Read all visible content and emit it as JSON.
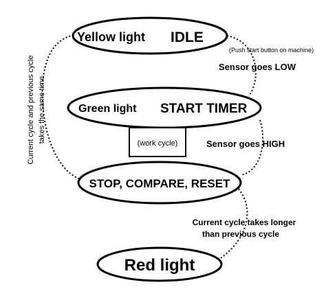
{
  "states": {
    "idle": {
      "light": "Yellow light",
      "name": "IDLE"
    },
    "start": {
      "light": "Green light",
      "name": "START TIMER"
    },
    "stop": {
      "label": "STOP, COMPARE, RESET"
    },
    "red": {
      "label": "Red light"
    }
  },
  "box": {
    "label": "(work cycle)"
  },
  "annotations": {
    "push_start": "(Push start button on machine)",
    "sensor_low": "Sensor goes LOW",
    "sensor_high": "Sensor goes HIGH",
    "longer_line1": "Current cycle takes longer",
    "longer_line2": "than previous cycle",
    "same_line1": "Current cycle and previous cycle",
    "same_line2": "takes the same time"
  },
  "colors": {
    "stroke": "#000000",
    "background": "#ffffff"
  }
}
